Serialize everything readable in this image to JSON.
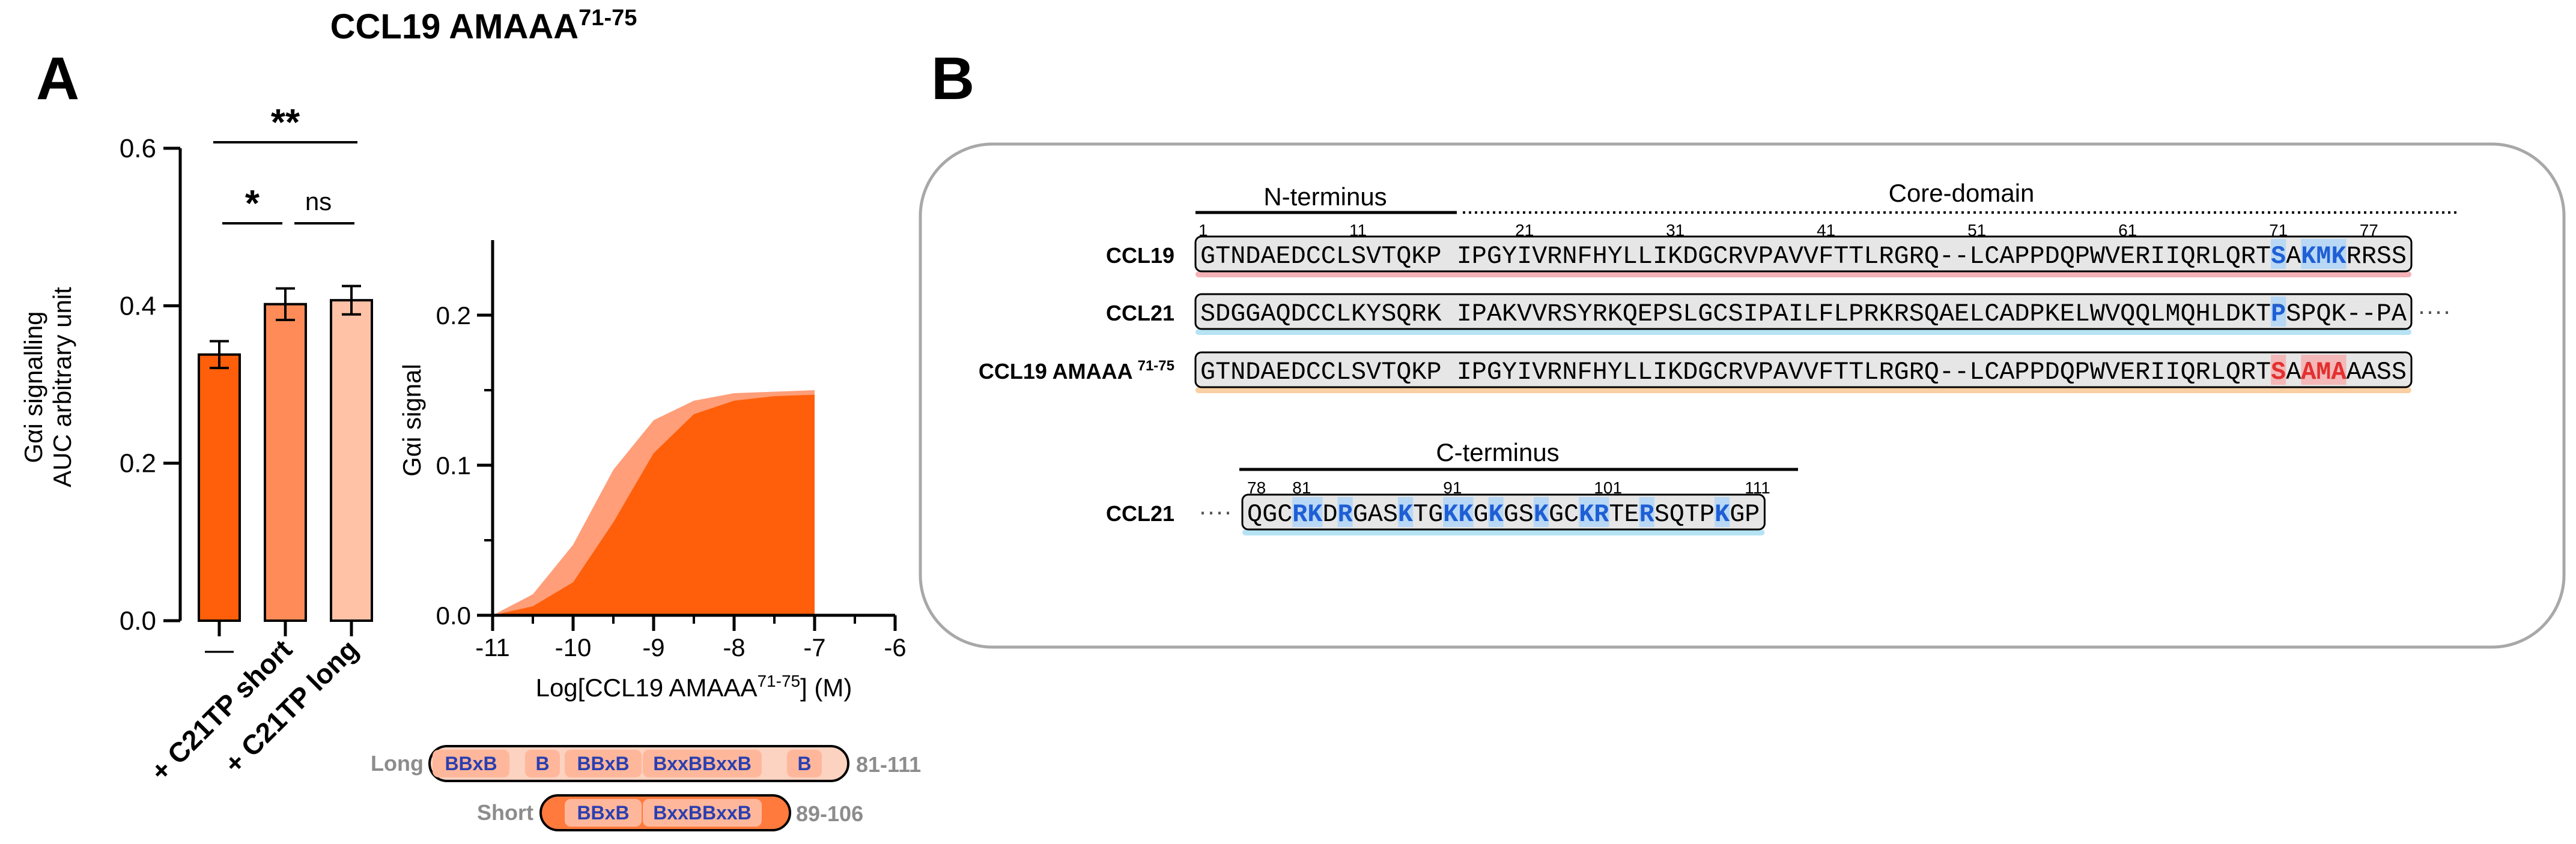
{
  "figure_title": "CCL19 AMAAA",
  "figure_title_sup": "71-75",
  "panel_a_letter": "A",
  "panel_b_letter": "B",
  "bar_panel": {
    "ylabel_line1": "Gαi signalling",
    "ylabel_line2": "AUC arbitrary unit",
    "sig_labels": [
      "**",
      "*",
      "ns"
    ]
  },
  "curve_panel": {
    "xlabel_prefix": "Log[CCL19 AMAAA",
    "xlabel_sup": "71-75",
    "xlabel_suffix": "] (M)",
    "ylabel": "Gαi signal"
  },
  "peptides": [
    {
      "label": "Long",
      "range": "81-111",
      "motifs": [
        "BBxB",
        "B",
        "BBxB",
        "BxxBBxxB",
        "B"
      ]
    },
    {
      "label": "Short",
      "range": "89-106",
      "motifs": [
        "BBxB",
        "BxxBBxxB"
      ]
    }
  ],
  "sequence_panel": {
    "region_labels": {
      "nterm": "N-terminus",
      "core": "Core-domain",
      "cterm": "C-terminus"
    },
    "top_positions": [
      "1",
      "11",
      "21",
      "31",
      "41",
      "51",
      "61",
      "71",
      "77"
    ],
    "bottom_positions": [
      "78",
      "81",
      "91",
      "101",
      "111"
    ],
    "rows": [
      {
        "name": "CCL19",
        "name_sup": "",
        "nterm": "GTNDAEDCCLSVTQKP",
        "core": "IPGYIVRNFHYLLIKDGCRVPAVVFTTLRGRQ--LCAPPDQPWVERIIQRLQRTSAKMKRRSS",
        "underline": "#f3b2b6",
        "trailing": ""
      },
      {
        "name": "CCL21",
        "name_sup": "",
        "nterm": "SDGGAQDCCLKYSQRK",
        "core": "IPAKVVRSYRKQEPSLGCSIPAILFLPRKRSQAELCADPKELWVQQLMQHLDKTPSPQK--PA",
        "underline": "#b6e3f4",
        "trailing": "····"
      },
      {
        "name": "CCL19 AMAAA",
        "name_sup": "71-75",
        "nterm": "GTNDAEDCCLSVTQKP",
        "core": "IPGYIVRNFHYLLIKDGCRVPAVVFTTLRGRQ--LCAPPDQPWVERIIQRLQRTSAAMAAASS",
        "underline": "#f9cfa3",
        "trailing": ""
      }
    ],
    "cterm_row": {
      "name": "CCL21",
      "leading": "····",
      "sequence": "QGCRKDRGASKTGKKGKGSKGCKRTERSQTPKGP",
      "underline": "#b6e3f4"
    }
  },
  "chart_data": [
    {
      "type": "bar",
      "categories": [
        "—",
        "+ C21TP short",
        "+ C21TP long"
      ],
      "values": [
        0.338,
        0.402,
        0.407
      ],
      "errors": [
        0.017,
        0.02,
        0.018
      ],
      "colors": [
        "#ff5f0a",
        "#ff8c58",
        "#ffc2a6"
      ],
      "xlabel": "",
      "ylabel": "Gαi signalling AUC arbitrary unit",
      "ylim": [
        0,
        0.6
      ],
      "yticks": [
        0.0,
        0.2,
        0.4,
        0.6
      ],
      "ytick_labels": [
        "0.0",
        "0.2",
        "0.4",
        "0.6"
      ],
      "significance": [
        {
          "from": 0,
          "to": 2,
          "label": "**"
        },
        {
          "from": 0,
          "to": 1,
          "label": "*"
        },
        {
          "from": 1,
          "to": 2,
          "label": "ns"
        }
      ]
    },
    {
      "type": "area",
      "x": [
        -11,
        -10.5,
        -10,
        -9.5,
        -9,
        -8.5,
        -8,
        -7.5,
        -7
      ],
      "series": [
        {
          "values": [
            0.0,
            0.014,
            0.047,
            0.097,
            0.13,
            0.143,
            0.148,
            0.149,
            0.15
          ],
          "color": "#ff9e78"
        },
        {
          "values": [
            0.0,
            0.006,
            0.022,
            0.062,
            0.108,
            0.134,
            0.143,
            0.146,
            0.147
          ],
          "color": "#ff5f0a"
        }
      ],
      "xlabel": "Log[CCL19 AMAAA71-75] (M)",
      "ylabel": "Gαi signal",
      "xlim": [
        -11,
        -6
      ],
      "ylim": [
        0,
        0.25
      ],
      "xticks": [
        -11,
        -10,
        -9,
        -8,
        -7,
        -6
      ],
      "xtick_labels": [
        "-11",
        "-10",
        "-9",
        "-8",
        "-7",
        "-6"
      ],
      "yticks": [
        0.0,
        0.1,
        0.2
      ],
      "ytick_labels": [
        "0.0",
        "0.1",
        "0.2"
      ]
    }
  ]
}
